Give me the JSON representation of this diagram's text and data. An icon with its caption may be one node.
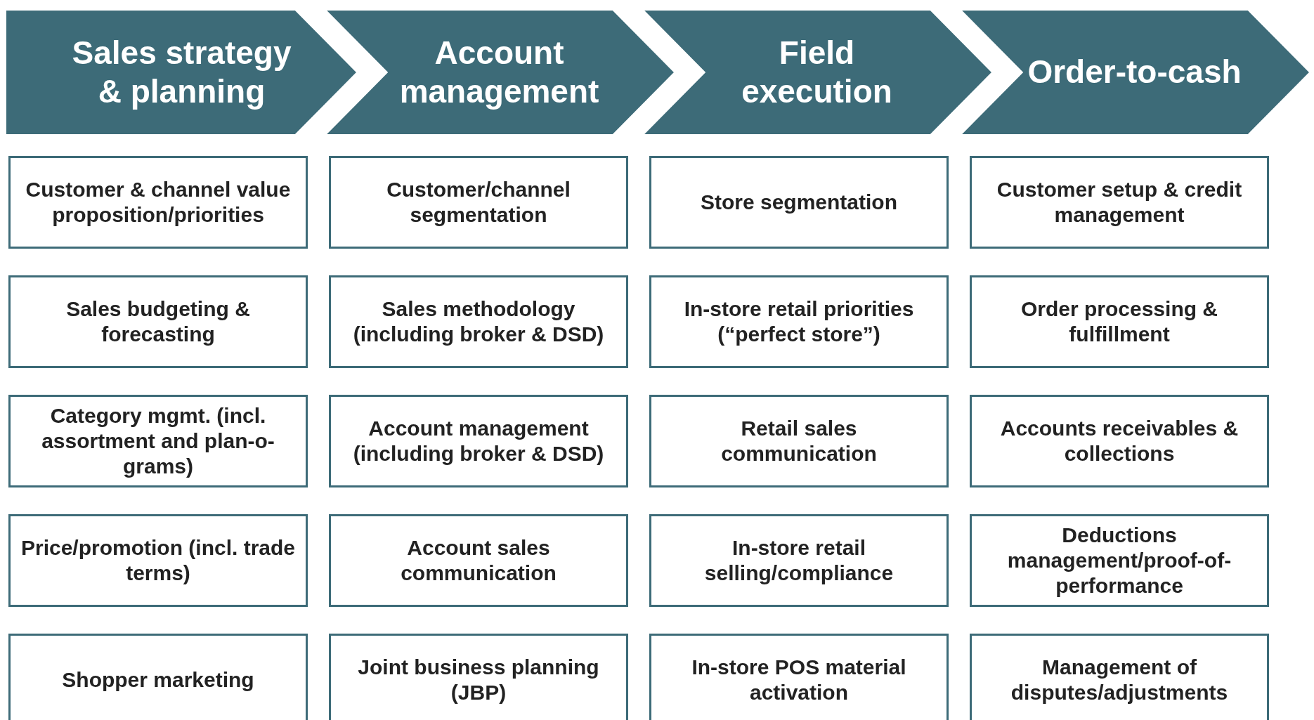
{
  "diagram": {
    "nodes": [
      {
        "text": [
          "Sales strategy & planning"
        ]
      },
      {
        "text": [
          "Account management"
        ]
      },
      {
        "text": [
          "Field execution"
        ]
      },
      {
        "text": [
          "Order-to-cash"
        ]
      },
      {
        "text": [
          "Customer & channel value proposition/priorities"
        ]
      },
      {
        "text": [
          "Customer/channel segmentation"
        ]
      },
      {
        "text": [
          "Store segmentation"
        ]
      },
      {
        "text": [
          "Customer setup & credit management"
        ]
      },
      {
        "text": [
          "Sales budgeting & forecasting"
        ]
      },
      {
        "text": [
          "Sales methodology (including broker & DSD)"
        ]
      },
      {
        "text": [
          "In-store retail priorities (“perfect store”)"
        ]
      },
      {
        "text": [
          "Order processing & fulfillment"
        ]
      },
      {
        "text": [
          "Category mgmt. (incl. assortment and plan-o-grams)"
        ]
      },
      {
        "text": [
          "Account management (including broker & DSD)"
        ]
      },
      {
        "text": [
          "Retail sales communication"
        ]
      },
      {
        "text": [
          "Accounts receivables & collections"
        ]
      },
      {
        "text": [
          "Price/promotion (incl. trade terms)"
        ]
      },
      {
        "text": [
          "Account sales communication"
        ]
      },
      {
        "text": [
          "In-store retail selling/compliance"
        ]
      },
      {
        "text": [
          "Deductions management/proof-of-performance"
        ]
      },
      {
        "text": [
          "Shopper marketing"
        ]
      },
      {
        "text": [
          "Joint business planning (JBP)"
        ]
      },
      {
        "text": [
          "In-store POS material activation"
        ]
      },
      {
        "text": [
          "Management of disputes/adjustments"
        ]
      }
    ],
    "edges": []
  }
}
